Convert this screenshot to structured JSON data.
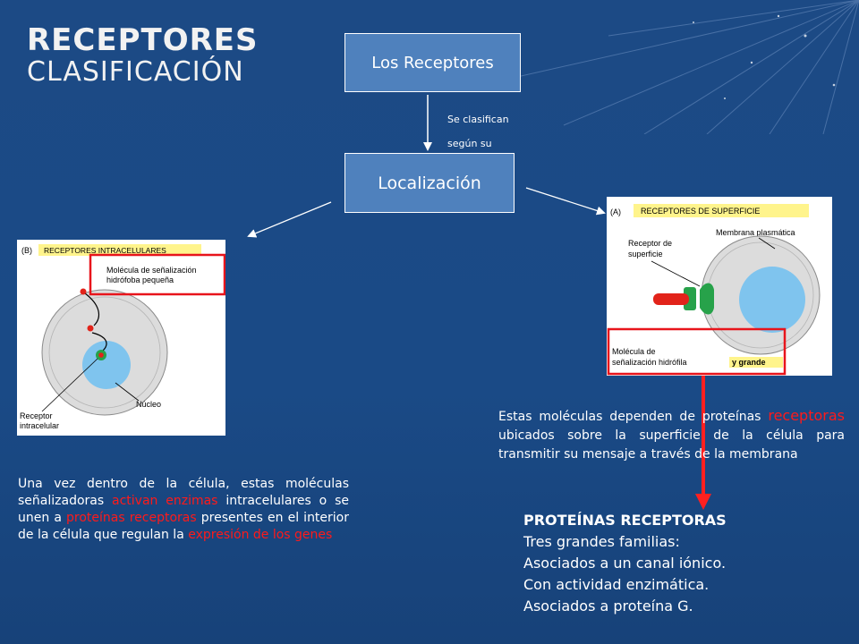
{
  "title": {
    "line1": "RECEPTORES",
    "line2": "CLASIFICACIÓN"
  },
  "flow": {
    "top_box": "Los Receptores",
    "edge_label_line1": "Se clasifican",
    "edge_label_line2": "según su",
    "bottom_box": "Localización"
  },
  "panel_b": {
    "header": "(B)",
    "header_label": "RECEPTORES INTRACELULARES",
    "molecule_label_line1": "Molécula de señalización",
    "molecule_label_line2": "hidrófoba pequeña",
    "nucleus_label": "Núcleo",
    "receptor_label_line1": "Receptor",
    "receptor_label_line2": "intracelular"
  },
  "panel_a": {
    "header": "(A)",
    "header_label": "RECEPTORES DE SUPERFICIE",
    "membrane_label": "Membrana plasmática",
    "receptor_label_line1": "Receptor de",
    "receptor_label_line2": "superficie",
    "molecule_label_line1": "Molécula de",
    "molecule_label_line2": "señalización hidrófila",
    "molecule_label_suffix": "y grande"
  },
  "paragraph_intracellular": {
    "p1": "Una vez dentro de la célula, estas moléculas señalizadoras ",
    "h1": "activan enzimas",
    "p2": " intracelulares o se unen a ",
    "h2": "proteínas receptoras",
    "p3": " presentes en el interior de la célula que regulan la ",
    "h3": "expresión de los genes"
  },
  "paragraph_surface": {
    "p1": "Estas moléculas dependen de proteínas ",
    "h1": "receptoras",
    "p2": " ubicados sobre la superficie de la célula para transmitir su mensaje a través de la membrana"
  },
  "families": {
    "title": "PROTEÍNAS RECEPTORAS",
    "items": [
      "Tres grandes familias:",
      "Asociados a un canal iónico.",
      "Con actividad enzimática.",
      "Asociados a proteína G."
    ]
  },
  "colors": {
    "background": "#1c4a85",
    "box": "#4f81bd",
    "highlight": "#ff1a1a",
    "header_band": "#fff48c",
    "nucleus": "#7fc4ee"
  }
}
